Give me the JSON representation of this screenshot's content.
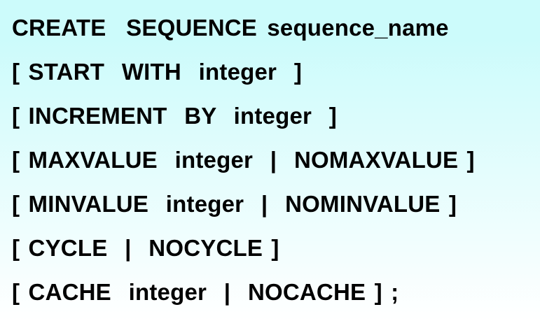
{
  "slide": {
    "background_top_color": "#ccfbfb",
    "background_bottom_color": "#ffffff",
    "text_color": "#000000"
  },
  "syntax": {
    "lines": [
      {
        "id": "line-create-sequence",
        "text": "CREATE  SEQUENCE sequence_name"
      },
      {
        "id": "line-start-with",
        "text": "[ START  WITH  integer  ]"
      },
      {
        "id": "line-increment-by",
        "text": "[ INCREMENT  BY  integer  ]"
      },
      {
        "id": "line-maxvalue",
        "text": "[ MAXVALUE  integer  |  NOMAXVALUE ]"
      },
      {
        "id": "line-minvalue",
        "text": "[ MINVALUE  integer  |  NOMINVALUE ]"
      },
      {
        "id": "line-cycle",
        "text": "[ CYCLE  |  NOCYCLE ]"
      },
      {
        "id": "line-cache",
        "text": "[ CACHE  integer  |  NOCACHE ] ;"
      }
    ]
  }
}
